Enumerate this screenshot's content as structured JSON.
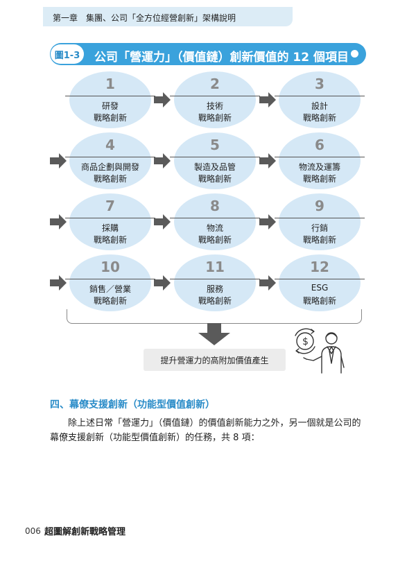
{
  "header": {
    "chapter": "第一章　集團、公司「全方位經營創新」架構說明"
  },
  "figure": {
    "tag": "圖1-3",
    "title": "公司「營運力」（價值鏈）創新價值的 12 個項目"
  },
  "items": [
    {
      "num": "1",
      "line1": "研發",
      "line2": "戰略創新"
    },
    {
      "num": "2",
      "line1": "技術",
      "line2": "戰略創新"
    },
    {
      "num": "3",
      "line1": "設計",
      "line2": "戰略創新"
    },
    {
      "num": "4",
      "line1": "商品企劃與開發",
      "line2": "戰略創新"
    },
    {
      "num": "5",
      "line1": "製造及品管",
      "line2": "戰略創新"
    },
    {
      "num": "6",
      "line1": "物流及運籌",
      "line2": "戰略創新"
    },
    {
      "num": "7",
      "line1": "採購",
      "line2": "戰略創新"
    },
    {
      "num": "8",
      "line1": "物流",
      "line2": "戰略創新"
    },
    {
      "num": "9",
      "line1": "行銷",
      "line2": "戰略創新"
    },
    {
      "num": "10",
      "line1": "銷售／營業",
      "line2": "戰略創新"
    },
    {
      "num": "11",
      "line1": "服務",
      "line2": "戰略創新"
    },
    {
      "num": "12",
      "line1": "ESG",
      "line2": "戰略創新"
    }
  ],
  "result": "提升營運力的高附加價值產生",
  "section": {
    "heading": "四、幕僚支援創新（功能型價值創新）",
    "line1": "除上述日常「營運力」（價值鏈）的價值創新能力之外，另一個就是公司的",
    "line2": "幕僚支援創新（功能型價值創新）的任務，共 8 項："
  },
  "footer": {
    "page": "006",
    "book_title": "超圖解創新戰略管理"
  },
  "colors": {
    "accent": "#3aa2dc",
    "ellipse": "#d5e8f6",
    "arrow": "#5a5a5a"
  }
}
